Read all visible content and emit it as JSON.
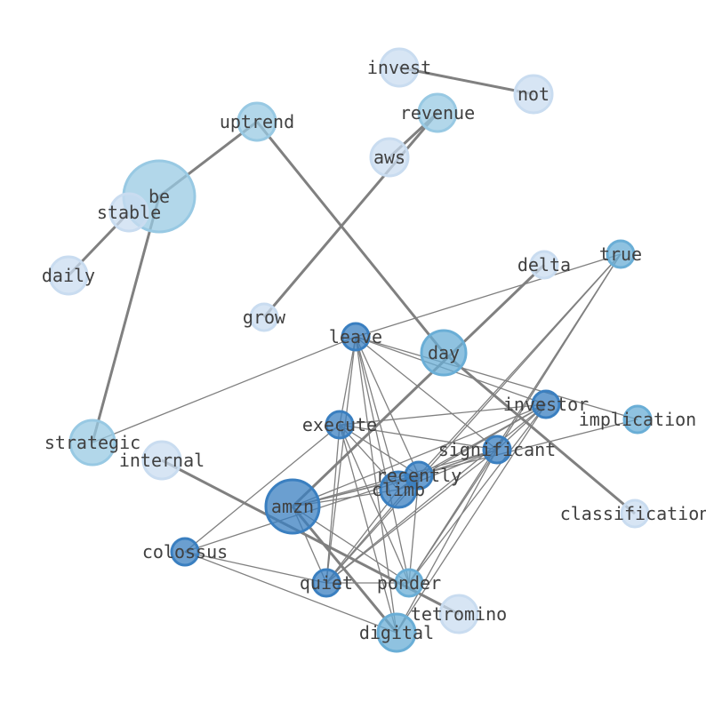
{
  "nodes": [
    {
      "id": "invest",
      "label": "invest",
      "color": "#c9dcf0"
    },
    {
      "id": "not",
      "label": "not",
      "color": "#c9dcf0"
    },
    {
      "id": "uptrend",
      "label": "uptrend",
      "color": "#98c9e3"
    },
    {
      "id": "revenue",
      "label": "revenue",
      "color": "#98c9e3"
    },
    {
      "id": "aws",
      "label": "aws",
      "color": "#c9dcf0"
    },
    {
      "id": "be",
      "label": "be",
      "color": "#98c9e3"
    },
    {
      "id": "stable",
      "label": "stable",
      "color": "#c9dcf0"
    },
    {
      "id": "daily",
      "label": "daily",
      "color": "#c9dcf0"
    },
    {
      "id": "delta",
      "label": "delta",
      "color": "#c9dcf0"
    },
    {
      "id": "true",
      "label": "true",
      "color": "#6aaed6"
    },
    {
      "id": "grow",
      "label": "grow",
      "color": "#c9dcf0"
    },
    {
      "id": "leave",
      "label": "leave",
      "color": "#3a7fc0"
    },
    {
      "id": "day",
      "label": "day",
      "color": "#6aaed6"
    },
    {
      "id": "investor",
      "label": "investor",
      "color": "#3a7fc0"
    },
    {
      "id": "implication",
      "label": "implication",
      "color": "#6aaed6"
    },
    {
      "id": "execute",
      "label": "execute",
      "color": "#3a7fc0"
    },
    {
      "id": "significant",
      "label": "significant",
      "color": "#3a7fc0"
    },
    {
      "id": "strategic",
      "label": "strategic",
      "color": "#98c9e3"
    },
    {
      "id": "internal",
      "label": "internal",
      "color": "#c9dcf0"
    },
    {
      "id": "recently",
      "label": "recently",
      "color": "#3a7fc0"
    },
    {
      "id": "climb",
      "label": "climb",
      "color": "#3a7fc0"
    },
    {
      "id": "amzn",
      "label": "amzn",
      "color": "#3a7fc0"
    },
    {
      "id": "classification",
      "label": "classification",
      "color": "#c9dcf0"
    },
    {
      "id": "colossus",
      "label": "colossus",
      "color": "#3a7fc0"
    },
    {
      "id": "quiet",
      "label": "quiet",
      "color": "#3a7fc0"
    },
    {
      "id": "ponder",
      "label": "ponder",
      "color": "#6aaed6"
    },
    {
      "id": "tetromino",
      "label": "tetromino",
      "color": "#c9dcf0"
    },
    {
      "id": "digital",
      "label": "digital",
      "color": "#6aaed6"
    }
  ],
  "edges": [
    {
      "source": "invest",
      "target": "not",
      "weight": "strong"
    },
    {
      "source": "uptrend",
      "target": "be",
      "weight": "strong"
    },
    {
      "source": "uptrend",
      "target": "day",
      "weight": "strong"
    },
    {
      "source": "revenue",
      "target": "grow",
      "weight": "strong"
    },
    {
      "source": "aws",
      "target": "revenue",
      "weight": "strong"
    },
    {
      "source": "be",
      "target": "strategic",
      "weight": "strong"
    },
    {
      "source": "stable",
      "target": "daily",
      "weight": "strong"
    },
    {
      "source": "delta",
      "target": "amzn",
      "weight": "strong"
    },
    {
      "source": "day",
      "target": "classification",
      "weight": "strong"
    },
    {
      "source": "internal",
      "target": "tetromino",
      "weight": "strong"
    },
    {
      "source": "amzn",
      "target": "digital",
      "weight": "strong"
    },
    {
      "source": "true",
      "target": "leave",
      "weight": "thin"
    },
    {
      "source": "true",
      "target": "significant",
      "weight": "thin"
    },
    {
      "source": "true",
      "target": "recently",
      "weight": "thin"
    },
    {
      "source": "true",
      "target": "quiet",
      "weight": "thin"
    },
    {
      "source": "true",
      "target": "ponder",
      "weight": "thin"
    },
    {
      "source": "leave",
      "target": "strategic",
      "weight": "thin"
    },
    {
      "source": "leave",
      "target": "investor",
      "weight": "thin"
    },
    {
      "source": "leave",
      "target": "implication",
      "weight": "thin"
    },
    {
      "source": "leave",
      "target": "execute",
      "weight": "thin"
    },
    {
      "source": "leave",
      "target": "significant",
      "weight": "thin"
    },
    {
      "source": "leave",
      "target": "recently",
      "weight": "thin"
    },
    {
      "source": "leave",
      "target": "climb",
      "weight": "thin"
    },
    {
      "source": "leave",
      "target": "quiet",
      "weight": "thin"
    },
    {
      "source": "leave",
      "target": "ponder",
      "weight": "thin"
    },
    {
      "source": "leave",
      "target": "digital",
      "weight": "thin"
    },
    {
      "source": "investor",
      "target": "execute",
      "weight": "thin"
    },
    {
      "source": "investor",
      "target": "significant",
      "weight": "thin"
    },
    {
      "source": "investor",
      "target": "recently",
      "weight": "thin"
    },
    {
      "source": "investor",
      "target": "climb",
      "weight": "thin"
    },
    {
      "source": "investor",
      "target": "amzn",
      "weight": "thin"
    },
    {
      "source": "investor",
      "target": "quiet",
      "weight": "thin"
    },
    {
      "source": "investor",
      "target": "ponder",
      "weight": "thin"
    },
    {
      "source": "investor",
      "target": "digital",
      "weight": "thin"
    },
    {
      "source": "implication",
      "target": "amzn",
      "weight": "thin"
    },
    {
      "source": "execute",
      "target": "significant",
      "weight": "thin"
    },
    {
      "source": "execute",
      "target": "recently",
      "weight": "thin"
    },
    {
      "source": "execute",
      "target": "climb",
      "weight": "thin"
    },
    {
      "source": "execute",
      "target": "colossus",
      "weight": "thin"
    },
    {
      "source": "execute",
      "target": "quiet",
      "weight": "thin"
    },
    {
      "source": "execute",
      "target": "ponder",
      "weight": "thin"
    },
    {
      "source": "execute",
      "target": "digital",
      "weight": "thin"
    },
    {
      "source": "significant",
      "target": "recently",
      "weight": "thin"
    },
    {
      "source": "significant",
      "target": "climb",
      "weight": "thin"
    },
    {
      "source": "significant",
      "target": "amzn",
      "weight": "thin"
    },
    {
      "source": "significant",
      "target": "colossus",
      "weight": "thin"
    },
    {
      "source": "significant",
      "target": "quiet",
      "weight": "thin"
    },
    {
      "source": "significant",
      "target": "ponder",
      "weight": "thin"
    },
    {
      "source": "significant",
      "target": "digital",
      "weight": "thin"
    },
    {
      "source": "recently",
      "target": "climb",
      "weight": "thin"
    },
    {
      "source": "recently",
      "target": "amzn",
      "weight": "thin"
    },
    {
      "source": "recently",
      "target": "quiet",
      "weight": "thin"
    },
    {
      "source": "recently",
      "target": "ponder",
      "weight": "thin"
    },
    {
      "source": "climb",
      "target": "amzn",
      "weight": "thin"
    },
    {
      "source": "climb",
      "target": "quiet",
      "weight": "thin"
    },
    {
      "source": "amzn",
      "target": "ponder",
      "weight": "thin"
    },
    {
      "source": "amzn",
      "target": "quiet",
      "weight": "thin"
    },
    {
      "source": "colossus",
      "target": "quiet",
      "weight": "thin"
    },
    {
      "source": "colossus",
      "target": "digital",
      "weight": "thin"
    },
    {
      "source": "quiet",
      "target": "ponder",
      "weight": "thin"
    }
  ]
}
